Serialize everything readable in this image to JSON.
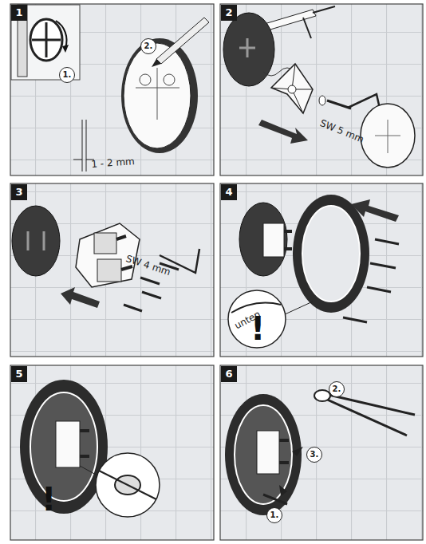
{
  "diagram": {
    "labels": [
      "1",
      "1.",
      "2.",
      "1 - 2 mm",
      "2",
      "SW 5 mm",
      "3",
      "SW 4 mm",
      "4",
      "unten",
      "!",
      "5",
      "!",
      "6",
      "2.",
      "3.",
      "1."
    ]
  }
}
